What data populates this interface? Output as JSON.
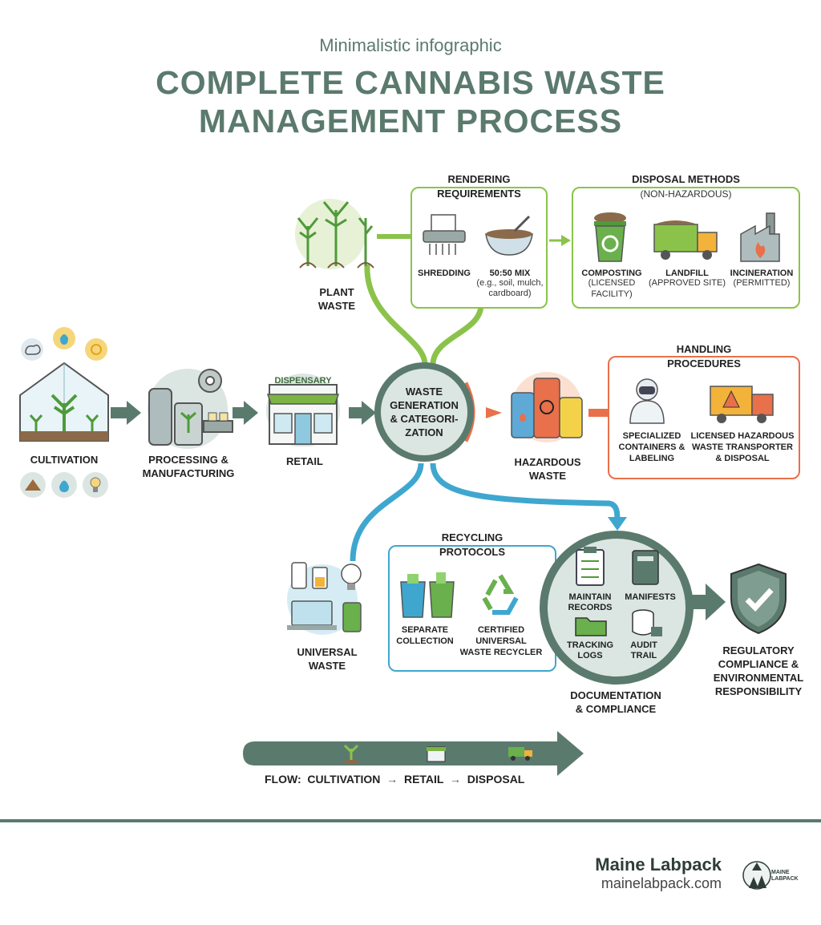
{
  "header": {
    "subtitle": "Minimalistic infographic",
    "title_line1": "COMPLETE CANNABIS WASTE",
    "title_line2": "MANAGEMENT PROCESS"
  },
  "stages": {
    "cultivation": "CULTIVATION",
    "processing_l1": "PROCESSING &",
    "processing_l2": "MANUFACTURING",
    "retail": "RETAIL",
    "dispensary_sign": "DISPENSARY"
  },
  "hub": {
    "l1": "WASTE",
    "l2": "GENERATION",
    "l3": "& CATEGORI-",
    "l4": "ZATION"
  },
  "plant_waste": {
    "l1": "PLANT",
    "l2": "WASTE"
  },
  "rendering": {
    "title_l1": "RENDERING",
    "title_l2": "REQUIREMENTS",
    "shredding": "SHREDDING",
    "mix": "50:50 MIX",
    "mix_note_l1": "(e.g., soil, mulch,",
    "mix_note_l2": "cardboard)"
  },
  "disposal": {
    "title": "DISPOSAL METHODS",
    "subtitle": "(NON-HAZARDOUS)",
    "composting": "COMPOSTING",
    "composting_note_l1": "(LICENSED",
    "composting_note_l2": "FACILITY)",
    "landfill": "LANDFILL",
    "landfill_note": "(APPROVED SITE)",
    "incineration": "INCINERATION",
    "incineration_note": "(PERMITTED)"
  },
  "hazardous": {
    "l1": "HAZARDOUS",
    "l2": "WASTE"
  },
  "handling": {
    "title_l1": "HANDLING",
    "title_l2": "PROCEDURES",
    "containers_l1": "SPECIALIZED",
    "containers_l2": "CONTAINERS &",
    "containers_l3": "LABELING",
    "transport_l1": "LICENSED HAZARDOUS",
    "transport_l2": "WASTE TRANSPORTER",
    "transport_l3": "& DISPOSAL"
  },
  "universal": {
    "l1": "UNIVERSAL",
    "l2": "WASTE"
  },
  "recycling": {
    "title_l1": "RECYCLING",
    "title_l2": "PROTOCOLS",
    "separate_l1": "SEPARATE",
    "separate_l2": "COLLECTION",
    "certified_l1": "CERTIFIED",
    "certified_l2": "UNIVERSAL",
    "certified_l3": "WASTE RECYCLER"
  },
  "documentation": {
    "records_l1": "MAINTAIN",
    "records_l2": "RECORDS",
    "manifests": "MANIFESTS",
    "tracking_l1": "TRACKING",
    "tracking_l2": "LOGS",
    "audit_l1": "AUDIT",
    "audit_l2": "TRAIL",
    "title_l1": "DOCUMENTATION",
    "title_l2": "& COMPLIANCE"
  },
  "outcome": {
    "l1": "REGULATORY",
    "l2": "COMPLIANCE &",
    "l3": "ENVIRONMENTAL",
    "l4": "RESPONSIBILITY"
  },
  "flow": {
    "label": "FLOW:",
    "step1": "CULTIVATION",
    "step2": "RETAIL",
    "step3": "DISPOSAL"
  },
  "brand": {
    "name": "Maine Labpack",
    "url": "mainelabpack.com",
    "logo_text_l1": "MAINE",
    "logo_text_l2": "LABPACK"
  },
  "colors": {
    "primary": "#5b7a6e",
    "green": "#8bc34a",
    "orange": "#e8704a",
    "blue": "#3fa7cf"
  }
}
